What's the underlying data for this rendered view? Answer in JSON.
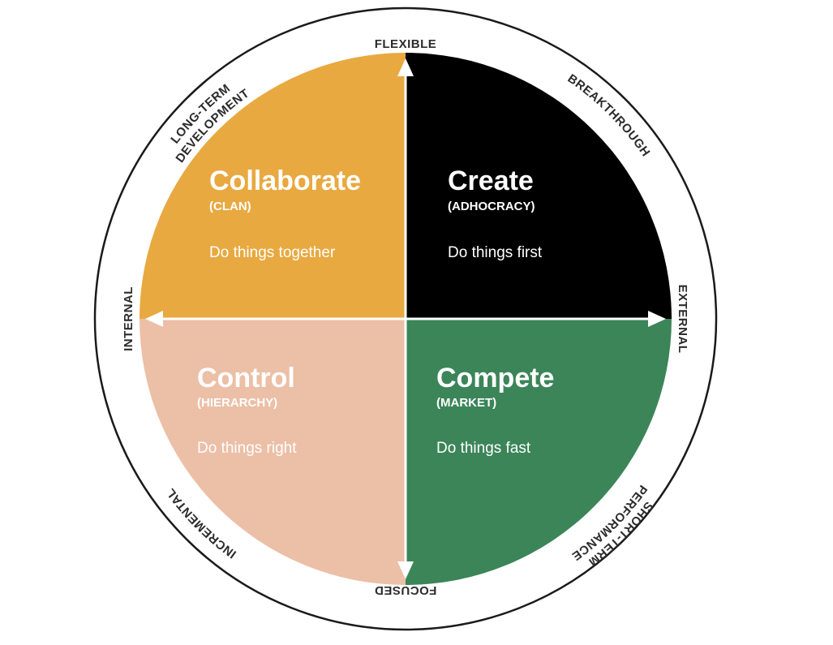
{
  "colors": {
    "collaborate": "#E8A940",
    "create": "#000000",
    "control": "#ECBFA7",
    "compete": "#3B8559",
    "ring": "#1a1a1a",
    "axis": "#ffffff"
  },
  "axes": {
    "top": "FLEXIBLE",
    "bottom": "FOCUSED",
    "left": "INTERNAL",
    "right": "EXTERNAL"
  },
  "ring_labels": {
    "top_left_line1": "LONG-TERM",
    "top_left_line2": "DEVELOPMENT",
    "top_right": "BREAKTHROUGH",
    "bottom_left": "INCREMENTAL",
    "bottom_right_line1": "SHORT-TERM",
    "bottom_right_line2": "PERFORMANCE"
  },
  "quadrants": {
    "collaborate": {
      "title": "Collaborate",
      "subtitle": "(CLAN)",
      "description": "Do things together"
    },
    "create": {
      "title": "Create",
      "subtitle": "(ADHOCRACY)",
      "description": "Do things first"
    },
    "control": {
      "title": "Control",
      "subtitle": "(HIERARCHY)",
      "description": "Do things right"
    },
    "compete": {
      "title": "Compete",
      "subtitle": "(MARKET)",
      "description": "Do things fast"
    }
  }
}
